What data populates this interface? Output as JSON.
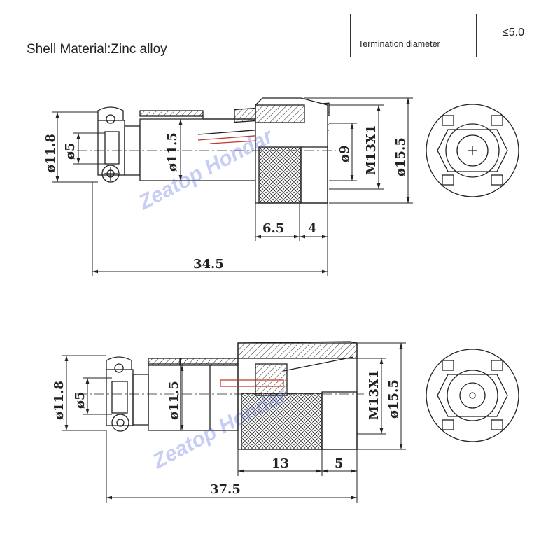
{
  "header": {
    "material": "Shell  Material:Zinc alloy",
    "spec_label": "Termination diameter",
    "spec_value": "≤5.0"
  },
  "watermark": "Zeatop Hondar",
  "top_drawing": {
    "dia_outer_left": "ø11.8",
    "dia_pin": "ø5",
    "dia_body": "ø11.5",
    "dia_inner": "ø9",
    "thread": "M13X1",
    "dia_flange": "ø15.5",
    "len_knurl": "6.5",
    "len_nut": "4",
    "len_total": "34.5"
  },
  "bottom_drawing": {
    "dia_outer_left": "ø11.8",
    "dia_pin": "ø5",
    "dia_body": "ø11.5",
    "thread": "M13X1",
    "dia_flange": "ø15.5",
    "len_knurl": "13",
    "len_nut": "5",
    "len_total": "37.5"
  },
  "colors": {
    "line": "#222222",
    "accent_red": "#c0392b",
    "watermark": "#3a4fd8"
  }
}
